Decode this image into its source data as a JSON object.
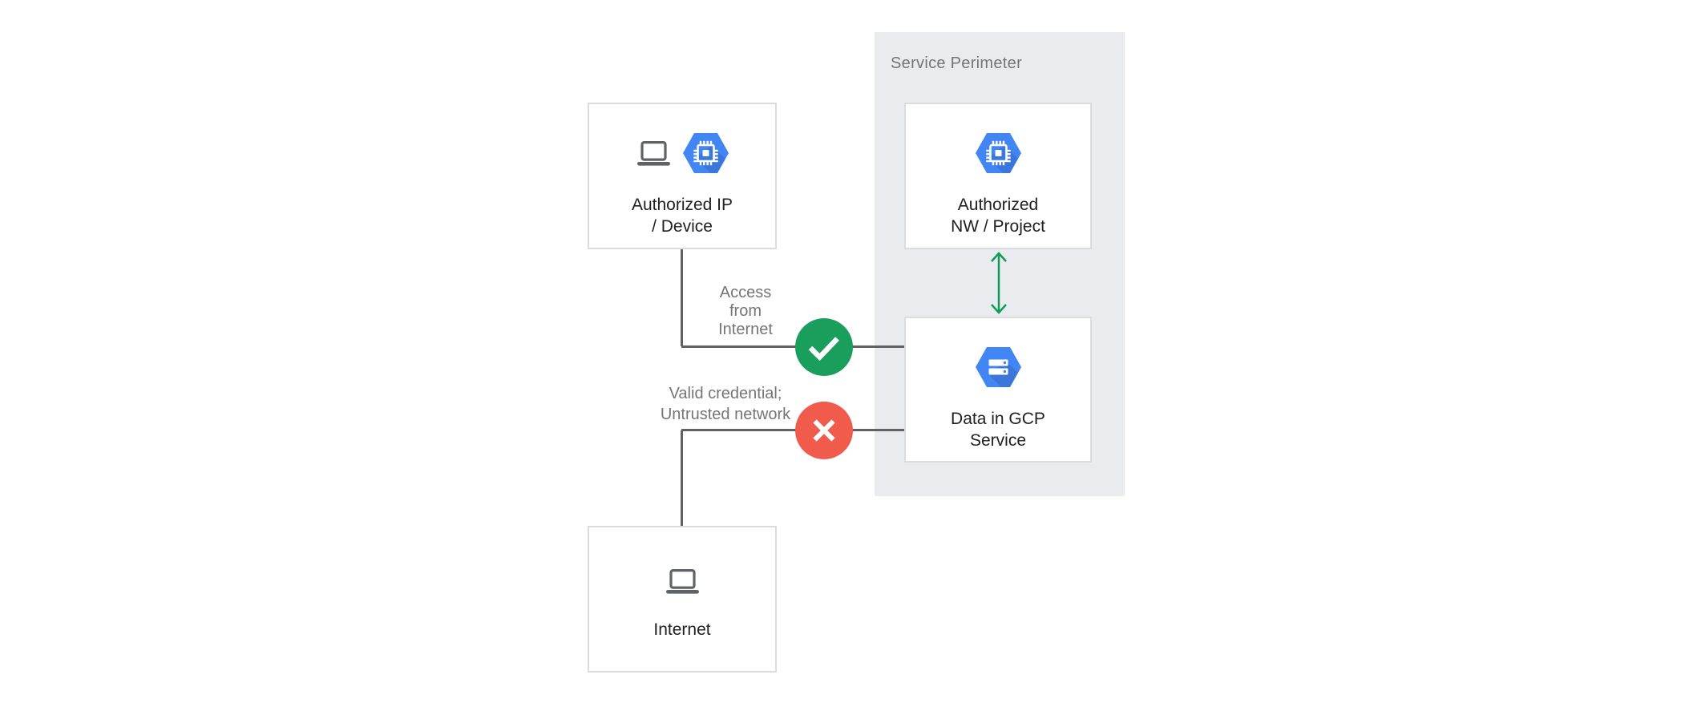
{
  "perimeter": {
    "label": "Service Perimeter"
  },
  "nodes": {
    "authorized_ip": {
      "label": "Authorized IP\n/ Device",
      "icons": [
        "laptop-icon",
        "compute-engine-icon"
      ]
    },
    "authorized_nw": {
      "label": "Authorized\nNW / Project",
      "icons": [
        "compute-engine-icon"
      ]
    },
    "data_gcp": {
      "label": "Data in GCP\nService",
      "icons": [
        "cloud-storage-icon"
      ]
    },
    "internet": {
      "label": "Internet",
      "icons": [
        "laptop-icon"
      ]
    }
  },
  "edges": {
    "access_from_internet": {
      "label": "Access\nfrom\nInternet",
      "status": "allowed",
      "status_icon": "check-icon"
    },
    "untrusted_network": {
      "label": "Valid credential;\nUntrusted network",
      "status": "denied",
      "status_icon": "cross-icon"
    },
    "nw_to_data": {
      "type": "bidirectional-arrow"
    }
  },
  "colors": {
    "page_bg": "#ffffff",
    "perimeter_bg": "#e9ebee",
    "node_bg": "#ffffff",
    "node_border": "#dadce0",
    "connector_gray": "#616161",
    "status_allowed_green": "#199e5c",
    "status_denied_red": "#f15b4c",
    "arrow_green": "#0e9d58",
    "gcp_icon_blue": "#4285f4",
    "device_icon_gray": "#5f6368",
    "label_gray": "#757575",
    "text_dark": "#212121"
  }
}
